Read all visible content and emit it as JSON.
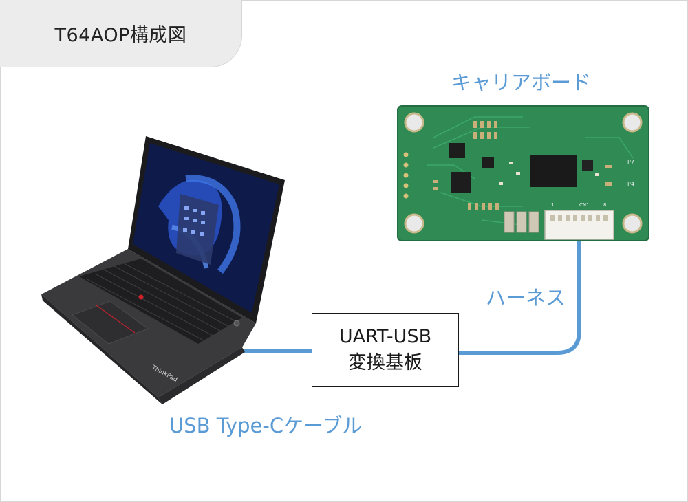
{
  "title": "T64AOP構成図",
  "labels": {
    "carrier_board": "キャリアボード",
    "harness": "ハーネス",
    "usb_cable": "USB Type-Cケーブル"
  },
  "converter": {
    "line1": "UART-USB",
    "line2": "変換基板"
  },
  "board_silkscreen": {
    "p7": "P7",
    "p4": "P4",
    "cn1": "CN1",
    "pin1": "1",
    "pin8": "8"
  },
  "laptop_brand": "ThinkPad",
  "colors": {
    "cable": "#5b9bd5",
    "label": "#5b9bd5",
    "pcb": "#2e8b57",
    "title_bg": "#ececec"
  }
}
